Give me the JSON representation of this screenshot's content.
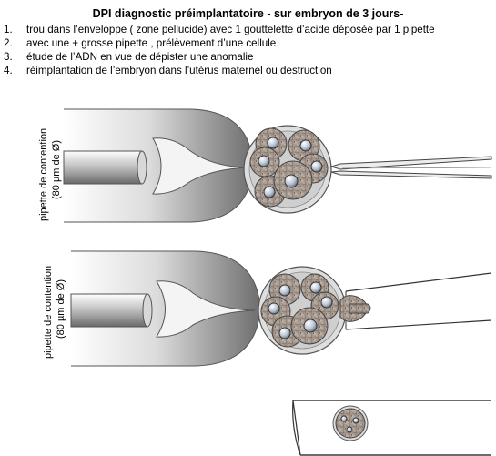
{
  "title": "DPI diagnostic préimplantatoire - sur embryon de 3 jours-",
  "steps": [
    {
      "num": "1.",
      "text": "trou dans  l’enveloppe ( zone pellucide) avec 1 gouttelette d’acide déposée par 1 pipette"
    },
    {
      "num": "2.",
      "text": "avec une + grosse pipette , prélèvement d’une cellule"
    },
    {
      "num": "3.",
      "text": "étude de l’ADN en vue de dépister une anomalie"
    },
    {
      "num": "4.",
      "text": "réimplantation de l’embryon  dans l’utérus maternel ou destruction"
    }
  ],
  "labels": {
    "pipette_line1_a": "pipette de contention",
    "pipette_line2_a": "(80 µm de Ø)",
    "pipette_line1_b": "pipette de contention",
    "pipette_line2_b": "(80 µm de Ø)"
  },
  "colors": {
    "pipette_body_dark": "#7a7a7a",
    "pipette_body_light": "#f2f2f2",
    "zona": "#d9d9d9",
    "cell_fill": "#a3968c",
    "nucleus": "#c9d2df"
  }
}
